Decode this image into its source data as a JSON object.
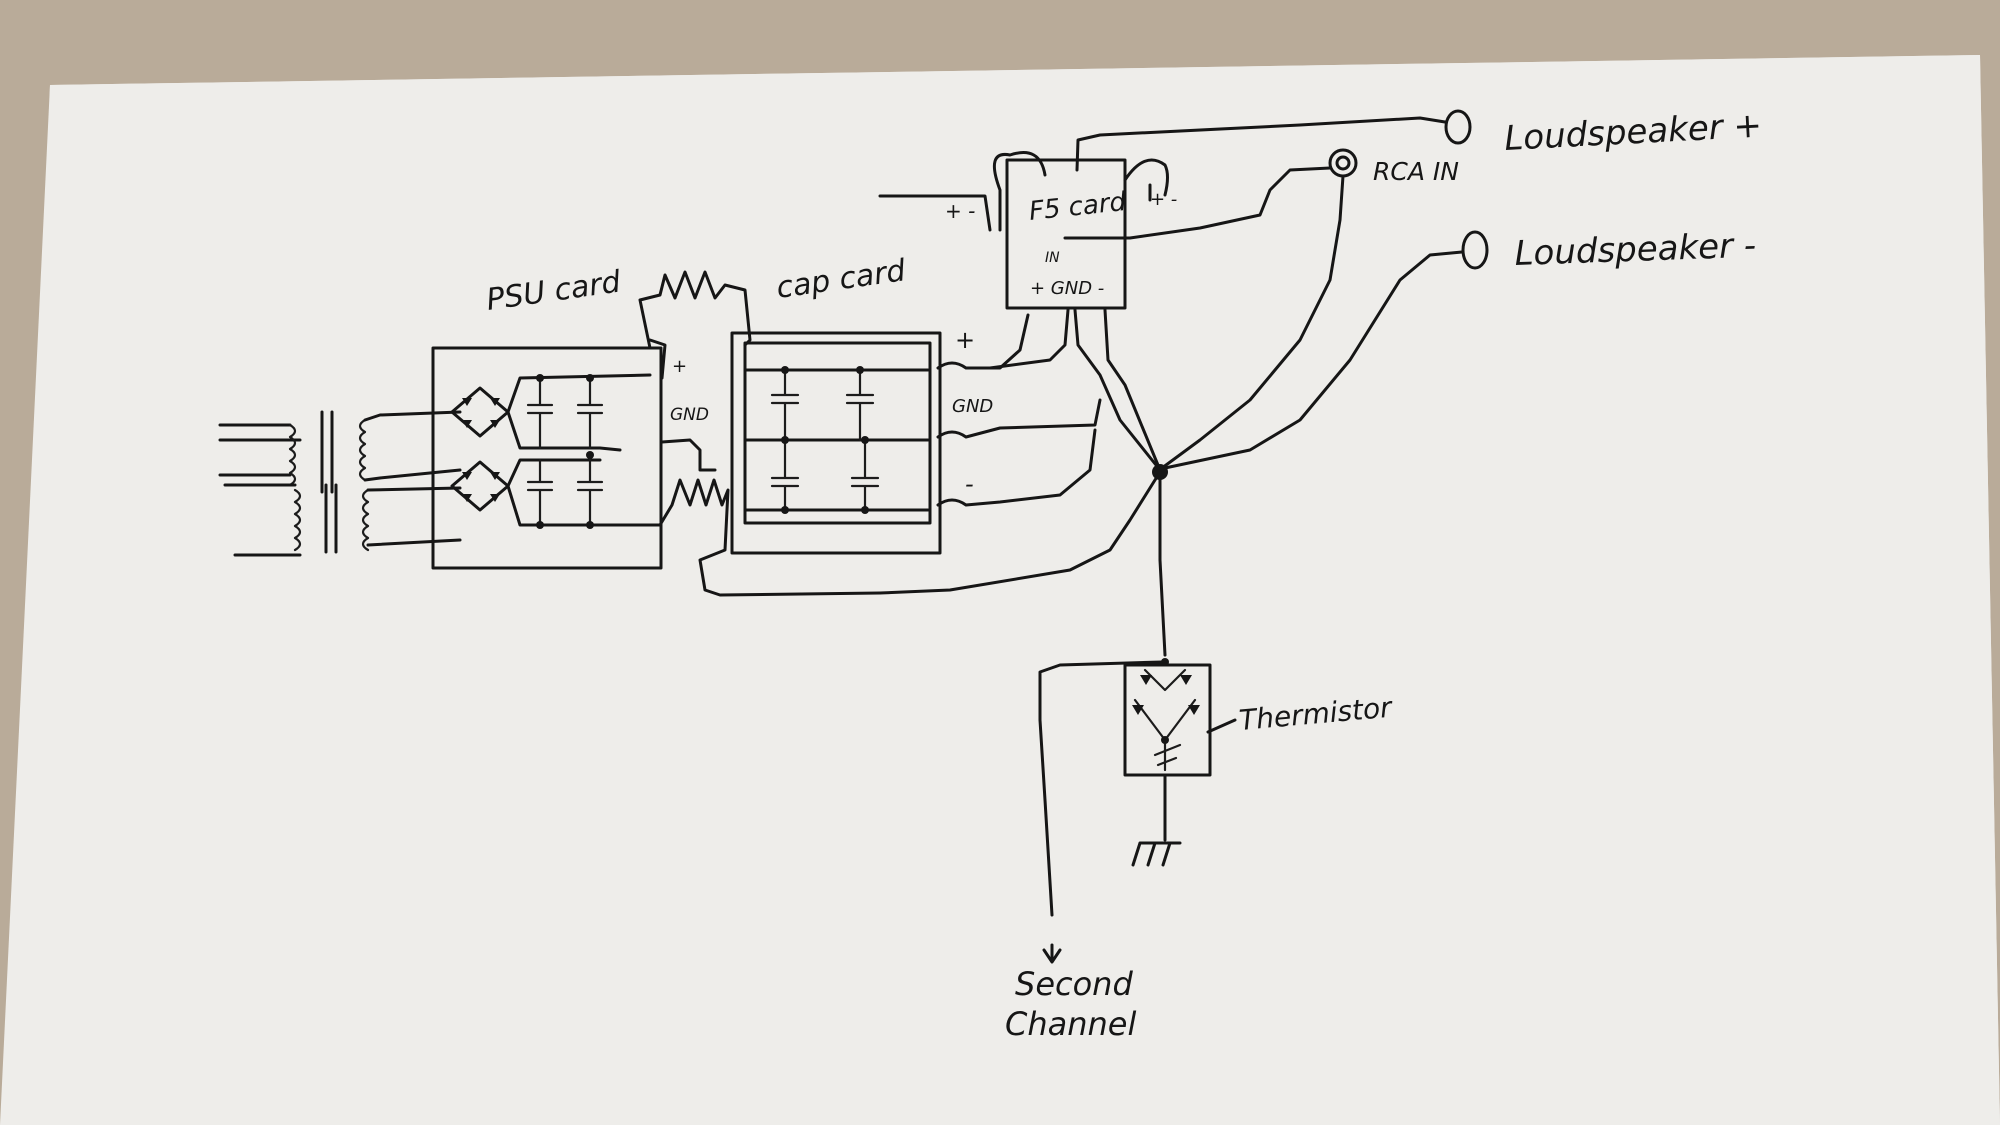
{
  "labels": {
    "psu_card": "PSU card",
    "cap_card": "cap card",
    "f5_card": "F5 card",
    "f5_in": "IN",
    "f5_power": "+ GND -",
    "f5_left_pm": "+ -",
    "f5_right_pm": "+ -",
    "psu_plus": "+",
    "psu_gnd": "GND",
    "cap_plus": "+",
    "cap_gnd": "GND",
    "cap_minus": "-",
    "rca_in": "RCA IN",
    "loudspeaker_plus": "Loudspeaker +",
    "loudspeaker_minus": "Loudspeaker -",
    "thermistor": "Thermistor",
    "second_channel_line1": "Second",
    "second_channel_line2": "Channel"
  }
}
